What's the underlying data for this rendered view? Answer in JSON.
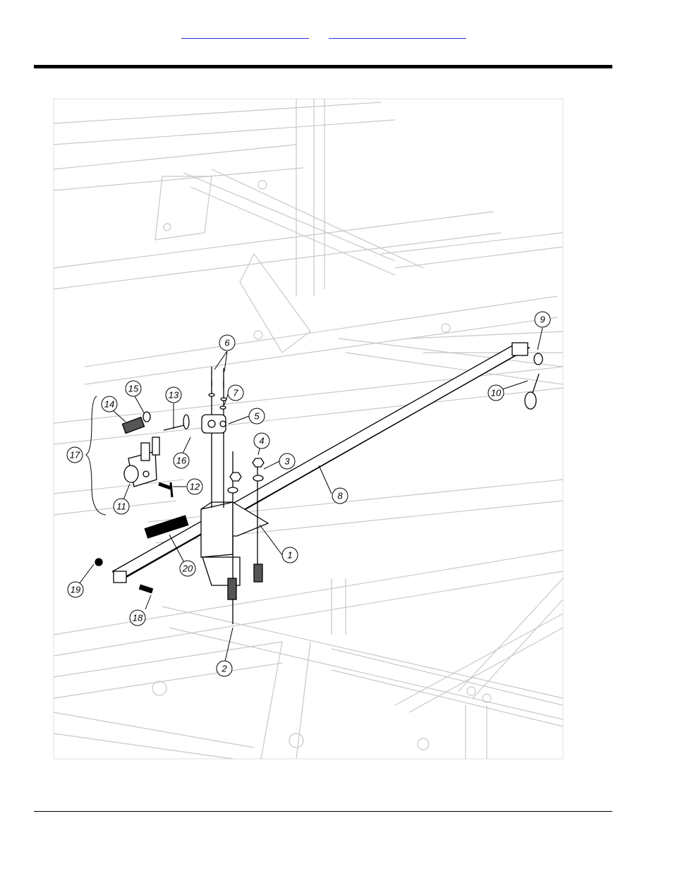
{
  "header": {
    "links": [
      "",
      ""
    ]
  },
  "figure": {
    "callouts": [
      "1",
      "2",
      "3",
      "4",
      "5",
      "6",
      "7",
      "8",
      "9",
      "10",
      "11",
      "12",
      "13",
      "14",
      "15",
      "16",
      "17",
      "18",
      "19",
      "20"
    ]
  }
}
